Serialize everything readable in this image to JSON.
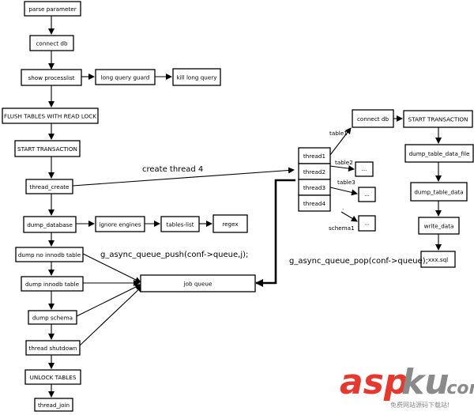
{
  "nodes": {
    "parse_parameter": "parse parameter",
    "connect_db_left": "connect db",
    "show_processlist": "show processlist",
    "long_query_guard": "long query guard",
    "kill_long_query": "kill long query",
    "flush_tables": "FLUSH TABLES WITH READ LOCK",
    "start_transaction_left": "START TRANSACTION",
    "thread_create": "thread_create",
    "dump_database": "dump_database",
    "ignore_engines": "ignore engines",
    "tables_list": "tables-list",
    "regex": "regex",
    "dump_no_innodb_table": "dump no innodb table",
    "dump_innodb_table": "dump innodb table",
    "dump_schema": "dump schema",
    "thread_shutdown": "thread shutdown",
    "unlock_tables": "UNLOCK TABLES",
    "thread_join": "thread_join",
    "job_queue": "job queue",
    "thread1": "thread1",
    "thread2": "thread2",
    "thread3": "thread3",
    "thread4": "thread4",
    "ellipsis_1": "...",
    "ellipsis_2": "...",
    "ellipsis_3": "...",
    "connect_db_right": "connect db",
    "start_transaction_right": "START TRANSACTION",
    "dump_table_data_file": "dump_table_data_file",
    "dump_table_data": "dump_table_data",
    "write_data": "write_data",
    "xxx_sql": "xxx.sql"
  },
  "labels": {
    "create_thread": "create thread 4",
    "queue_push": "g_async_queue_push(conf->queue,j);",
    "queue_pop": "g_async_queue_pop(conf->queue);",
    "table1": "table1",
    "table2": "table2",
    "table3": "table3",
    "dot": ".",
    "schema1": "schema1"
  },
  "watermark": {
    "main_a": "asp",
    "main_b": "ku",
    "tld": ".com",
    "tagline": "免费网站源码下载站!"
  },
  "colors": {
    "line": "#000000",
    "box_fill": "#ffffff",
    "watermark_red": "#e8372c",
    "watermark_gray": "#8a8a8a"
  }
}
